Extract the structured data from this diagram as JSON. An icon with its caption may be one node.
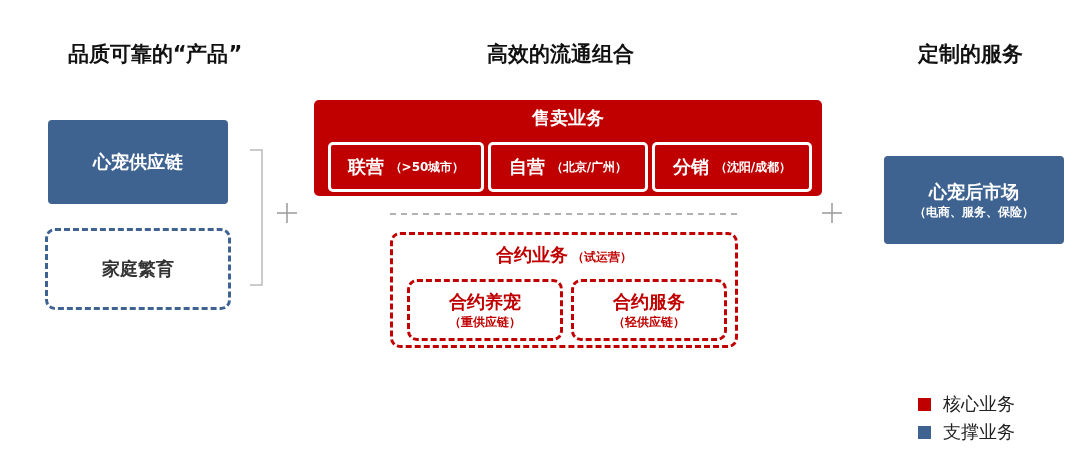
{
  "diagram": {
    "nodes": [
      {
        "text": [
          "心宠供应链"
        ]
      },
      {
        "text": [
          "家庭繁育"
        ]
      },
      {
        "text": [
          "售卖业务"
        ]
      },
      {
        "text": [
          "联营",
          "（>50城市）"
        ],
        "in": 2
      },
      {
        "text": [
          "自营",
          "（北京/广州）"
        ],
        "in": 2
      },
      {
        "text": [
          "分销",
          "（沈阳/成都）"
        ],
        "in": 2
      },
      {
        "text": [
          "合约业务",
          "（试运营）"
        ]
      },
      {
        "text": [
          "合约养宠",
          "（重供应链）"
        ],
        "in": 6
      },
      {
        "text": [
          "合约服务",
          "（轻供应链）"
        ],
        "in": 6
      },
      {
        "text": [
          "心宠后市场",
          "（电商、服务、保险）"
        ]
      }
    ],
    "edges": [],
    "labels": [
      "品质可靠的“产品”",
      "高效的流通组合",
      "定制的服务"
    ],
    "legend": [
      {
        "text": "核心业务",
        "color": "#c00000"
      },
      {
        "text": "支撑业务",
        "color": "#3e6391"
      }
    ]
  }
}
